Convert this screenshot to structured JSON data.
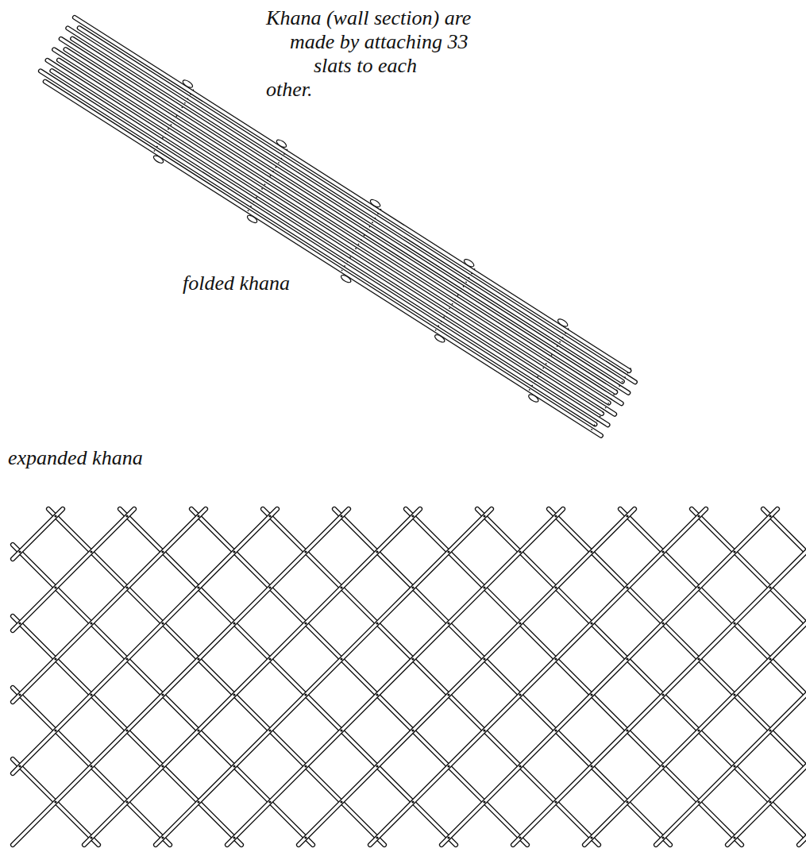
{
  "diagram": {
    "labels": [
      "Khana (wall section) are made by attaching 33 slats to each other.",
      "folded khana",
      "expanded khana"
    ]
  }
}
